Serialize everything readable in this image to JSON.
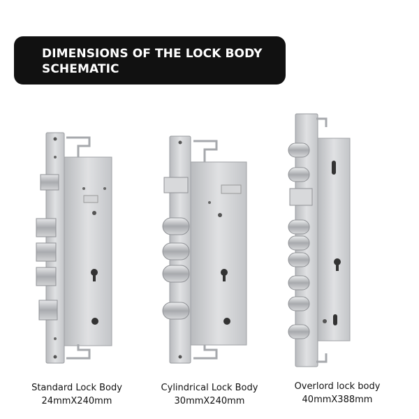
{
  "banner": {
    "title": "DIMENSIONS OF THE LOCK BODY SCHEMATIC"
  },
  "locks": [
    {
      "name": "Standard Lock Body",
      "size": "24mmX240mm",
      "bolt_style": "square"
    },
    {
      "name": "Cylindrical Lock Body",
      "size": "30mmX240mm",
      "bolt_style": "cylindrical"
    },
    {
      "name": "Overlord lock body",
      "size": "40mmX388mm",
      "bolt_style": "cylindrical-multi"
    }
  ],
  "colors": {
    "banner_bg": "#111111",
    "banner_text": "#ffffff",
    "steel": "#c9cbce"
  }
}
